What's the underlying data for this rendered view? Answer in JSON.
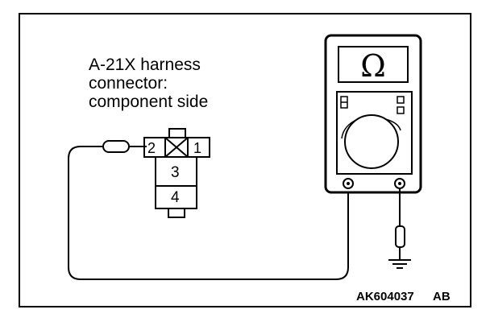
{
  "caption": {
    "line1": "A-21X harness",
    "line2": "connector:",
    "line3": "component side"
  },
  "connector": {
    "pin2": "2",
    "pin1": "1",
    "pin3": "3",
    "pin4": "4"
  },
  "meter": {
    "display_symbol": "Ω"
  },
  "figure_code": "AK604037",
  "figure_suffix": "AB"
}
